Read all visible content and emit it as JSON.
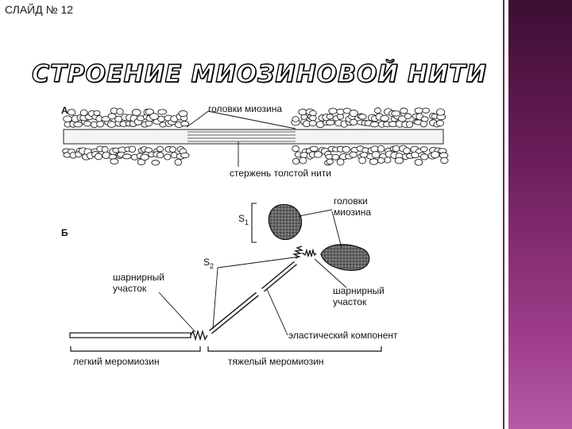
{
  "slide_number": "СЛАЙД № 12",
  "title": "СТРОЕНИЕ МИОЗИНОВОЙ НИТИ",
  "figure": {
    "panel_a": "А",
    "panel_b": "Б",
    "labels": {
      "heads_a": "головки миозина",
      "rod": "стержень толстой нити",
      "heads_b_line1": "головки",
      "heads_b_line2": "миозина",
      "s1": "S",
      "s1_sub": "1",
      "s2": "S",
      "s2_sub": "2",
      "hinge_left_line1": "шарнирный",
      "hinge_left_line2": "участок",
      "hinge_right_line1": "шарнирный",
      "hinge_right_line2": "участок",
      "elastic": "эластический компонент",
      "light_meromyosin": "легкий меромиозин",
      "heavy_meromyosin": "тяжелый меромиозин"
    }
  }
}
